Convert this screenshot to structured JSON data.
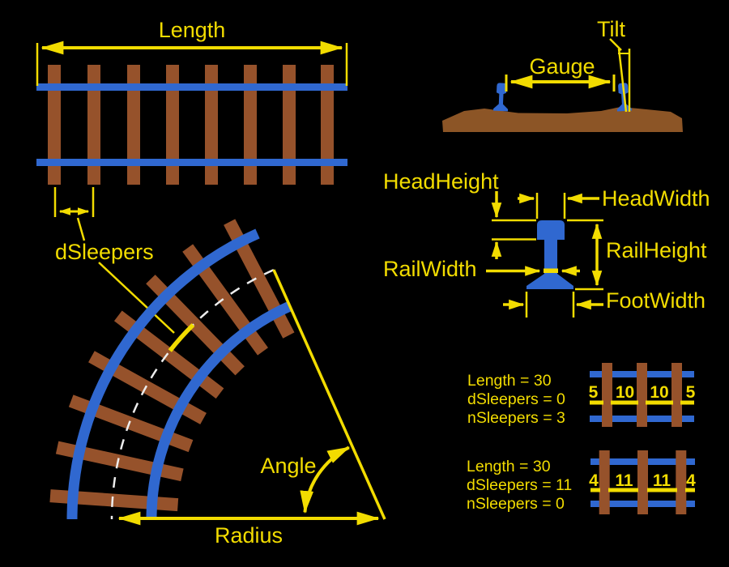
{
  "colors": {
    "background": "#000000",
    "annotation_yellow": "#F2DC00",
    "rail_blue": "#3068D0",
    "sleeper_brown": "#96522B",
    "ballast_brown": "#8C5526",
    "centerline_white": "#EDEDED"
  },
  "straight_track": {
    "length_label": "Length",
    "dsleepers_label": "dSleepers"
  },
  "cross_section": {
    "gauge_label": "Gauge",
    "tilt_label": "Tilt"
  },
  "rail_profile": {
    "head_height_label": "HeadHeight",
    "head_width_label": "HeadWidth",
    "rail_height_label": "RailHeight",
    "rail_width_label": "RailWidth",
    "foot_width_label": "FootWidth"
  },
  "curve": {
    "angle_label": "Angle",
    "radius_label": "Radius"
  },
  "examples": [
    {
      "params": [
        "Length = 30",
        "dSleepers = 0",
        "nSleepers = 3"
      ],
      "segments": [
        5,
        10,
        10,
        5
      ]
    },
    {
      "params": [
        "Length = 30",
        "dSleepers = 11",
        "nSleepers = 0"
      ],
      "segments": [
        4,
        11,
        11,
        4
      ]
    }
  ]
}
